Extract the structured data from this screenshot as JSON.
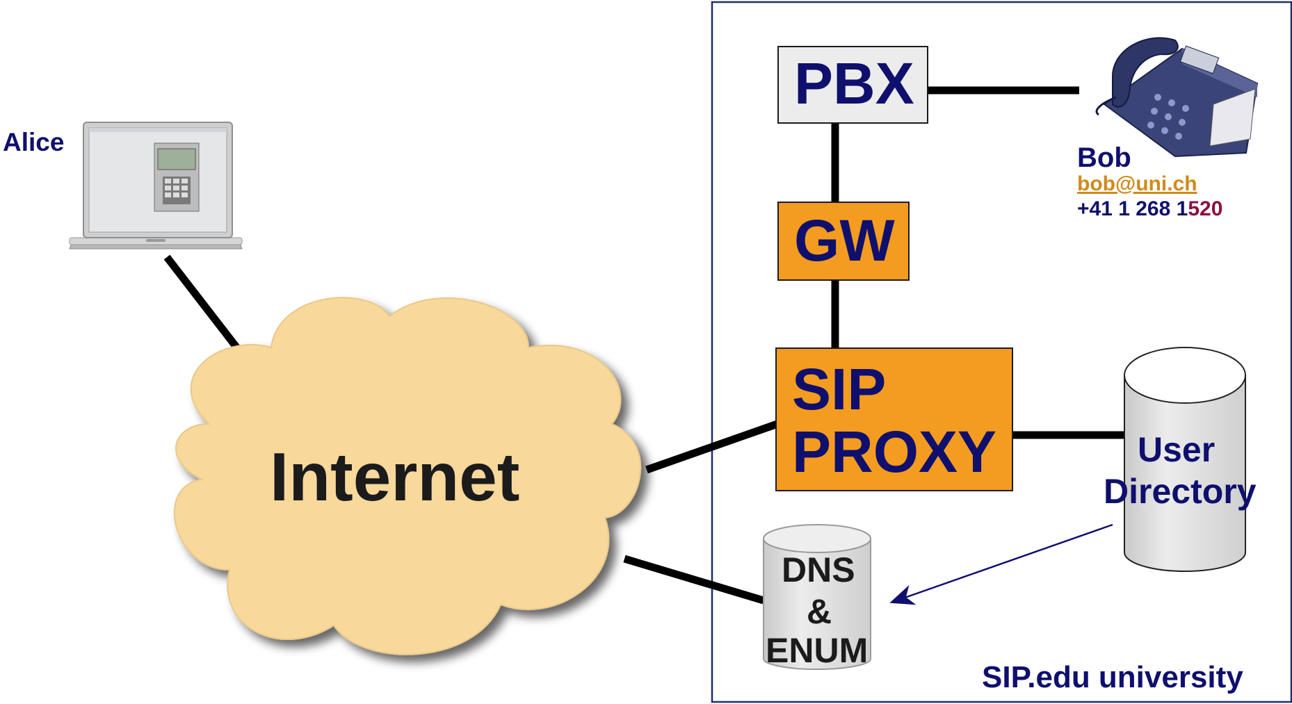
{
  "alice": {
    "label": "Alice"
  },
  "bob": {
    "label": "Bob",
    "email": "bob@uni.ch",
    "phone_prefix": "+41 1 268 1",
    "phone_ext": "520"
  },
  "cloud": {
    "label": "Internet"
  },
  "pbx": {
    "label": "PBX"
  },
  "gw": {
    "label": "GW"
  },
  "sip_proxy": {
    "line1": "SIP",
    "line2": "PROXY"
  },
  "user_directory": {
    "line1": "User",
    "line2": "Directory"
  },
  "dns_enum": {
    "line1": "DNS",
    "line2": "&",
    "line3": "ENUM"
  },
  "university": {
    "label": "SIP.edu university"
  },
  "colors": {
    "navy": "#0f0f6e",
    "orange": "#f49c1f",
    "cloud": "#f8d89b",
    "link_gold": "#d08a1c",
    "maroon": "#8b1040",
    "box_gray": "#ececec"
  }
}
